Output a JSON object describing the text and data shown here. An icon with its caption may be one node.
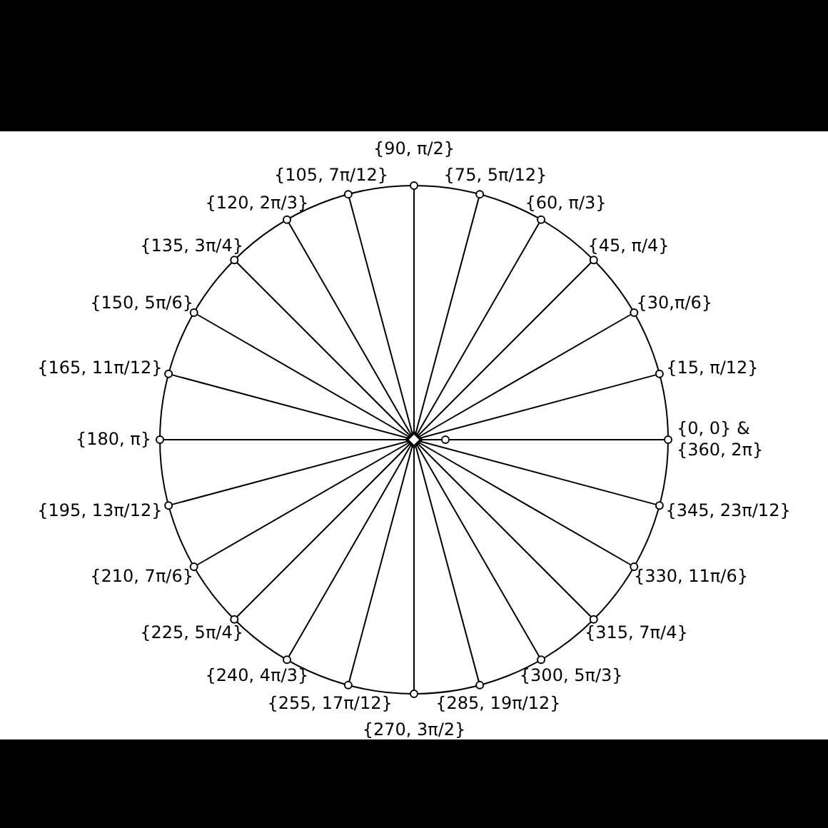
{
  "diagram": {
    "labels": [
      "{0, 0} & {360, 2π}",
      "{15, π/12}",
      "{30,π/6}",
      "{45, π/4}",
      "{60, π/3}",
      "{75, 5π/12}",
      "{90, π/2}",
      "{105, 7π/12}",
      "{120, 2π/3}",
      "{135, 3π/4}",
      "{150, 5π/6}",
      "{165, 11π/12}",
      "{180, π}",
      "{195, 13π/12}",
      "{210, 7π/6}",
      "{225, 5π/4}",
      "{240, 4π/3}",
      "{255, 17π/12}",
      "{270, 3π/2}",
      "{285, 19π/12}",
      "{300, 5π/3}",
      "{315, 7π/4}",
      "{330, 11π/6}",
      "{345, 23π/12}"
    ]
  }
}
